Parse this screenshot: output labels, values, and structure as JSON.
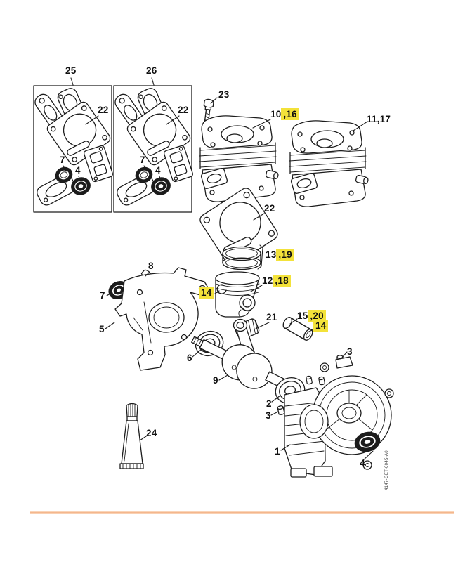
{
  "diagram": {
    "kind": "exploded-parts-diagram",
    "footer_code": "4147-GET-0045-A0",
    "highlight_color": "#f3e23a",
    "divider_color": "#f2ae80",
    "line_color": "#1c1c1c",
    "callouts": [
      {
        "part": "25",
        "prefix": "25",
        "highlight": ""
      },
      {
        "part": "26",
        "prefix": "26",
        "highlight": ""
      },
      {
        "part": "22",
        "prefix": "22",
        "highlight": ""
      },
      {
        "part": "22",
        "prefix": "22",
        "highlight": ""
      },
      {
        "part": "7",
        "prefix": "7",
        "highlight": ""
      },
      {
        "part": "4",
        "prefix": "4",
        "highlight": ""
      },
      {
        "part": "7",
        "prefix": "7",
        "highlight": ""
      },
      {
        "part": "4",
        "prefix": "4",
        "highlight": ""
      },
      {
        "part": "23",
        "prefix": "23",
        "highlight": ""
      },
      {
        "part": "10,16",
        "prefix": "10",
        "highlight": ",16"
      },
      {
        "part": "11,17",
        "prefix": "11,17",
        "highlight": ""
      },
      {
        "part": "22",
        "prefix": "22",
        "highlight": ""
      },
      {
        "part": "13,19",
        "prefix": "13",
        "highlight": ",19"
      },
      {
        "part": "12,18",
        "prefix": "12",
        "highlight": ",18"
      },
      {
        "part": "14",
        "prefix": "",
        "highlight": "14"
      },
      {
        "part": "21",
        "prefix": "21",
        "highlight": ""
      },
      {
        "part": "15,20",
        "prefix": "15",
        "highlight": ",20"
      },
      {
        "part": "14",
        "prefix": "",
        "highlight": "14"
      },
      {
        "part": "8",
        "prefix": "8",
        "highlight": ""
      },
      {
        "part": "7",
        "prefix": "7",
        "highlight": ""
      },
      {
        "part": "5",
        "prefix": "5",
        "highlight": ""
      },
      {
        "part": "6",
        "prefix": "6",
        "highlight": ""
      },
      {
        "part": "9",
        "prefix": "9",
        "highlight": ""
      },
      {
        "part": "2",
        "prefix": "2",
        "highlight": ""
      },
      {
        "part": "3",
        "prefix": "3",
        "highlight": ""
      },
      {
        "part": "3",
        "prefix": "3",
        "highlight": ""
      },
      {
        "part": "1",
        "prefix": "1",
        "highlight": ""
      },
      {
        "part": "4",
        "prefix": "4",
        "highlight": ""
      },
      {
        "part": "24",
        "prefix": "24",
        "highlight": ""
      }
    ]
  }
}
